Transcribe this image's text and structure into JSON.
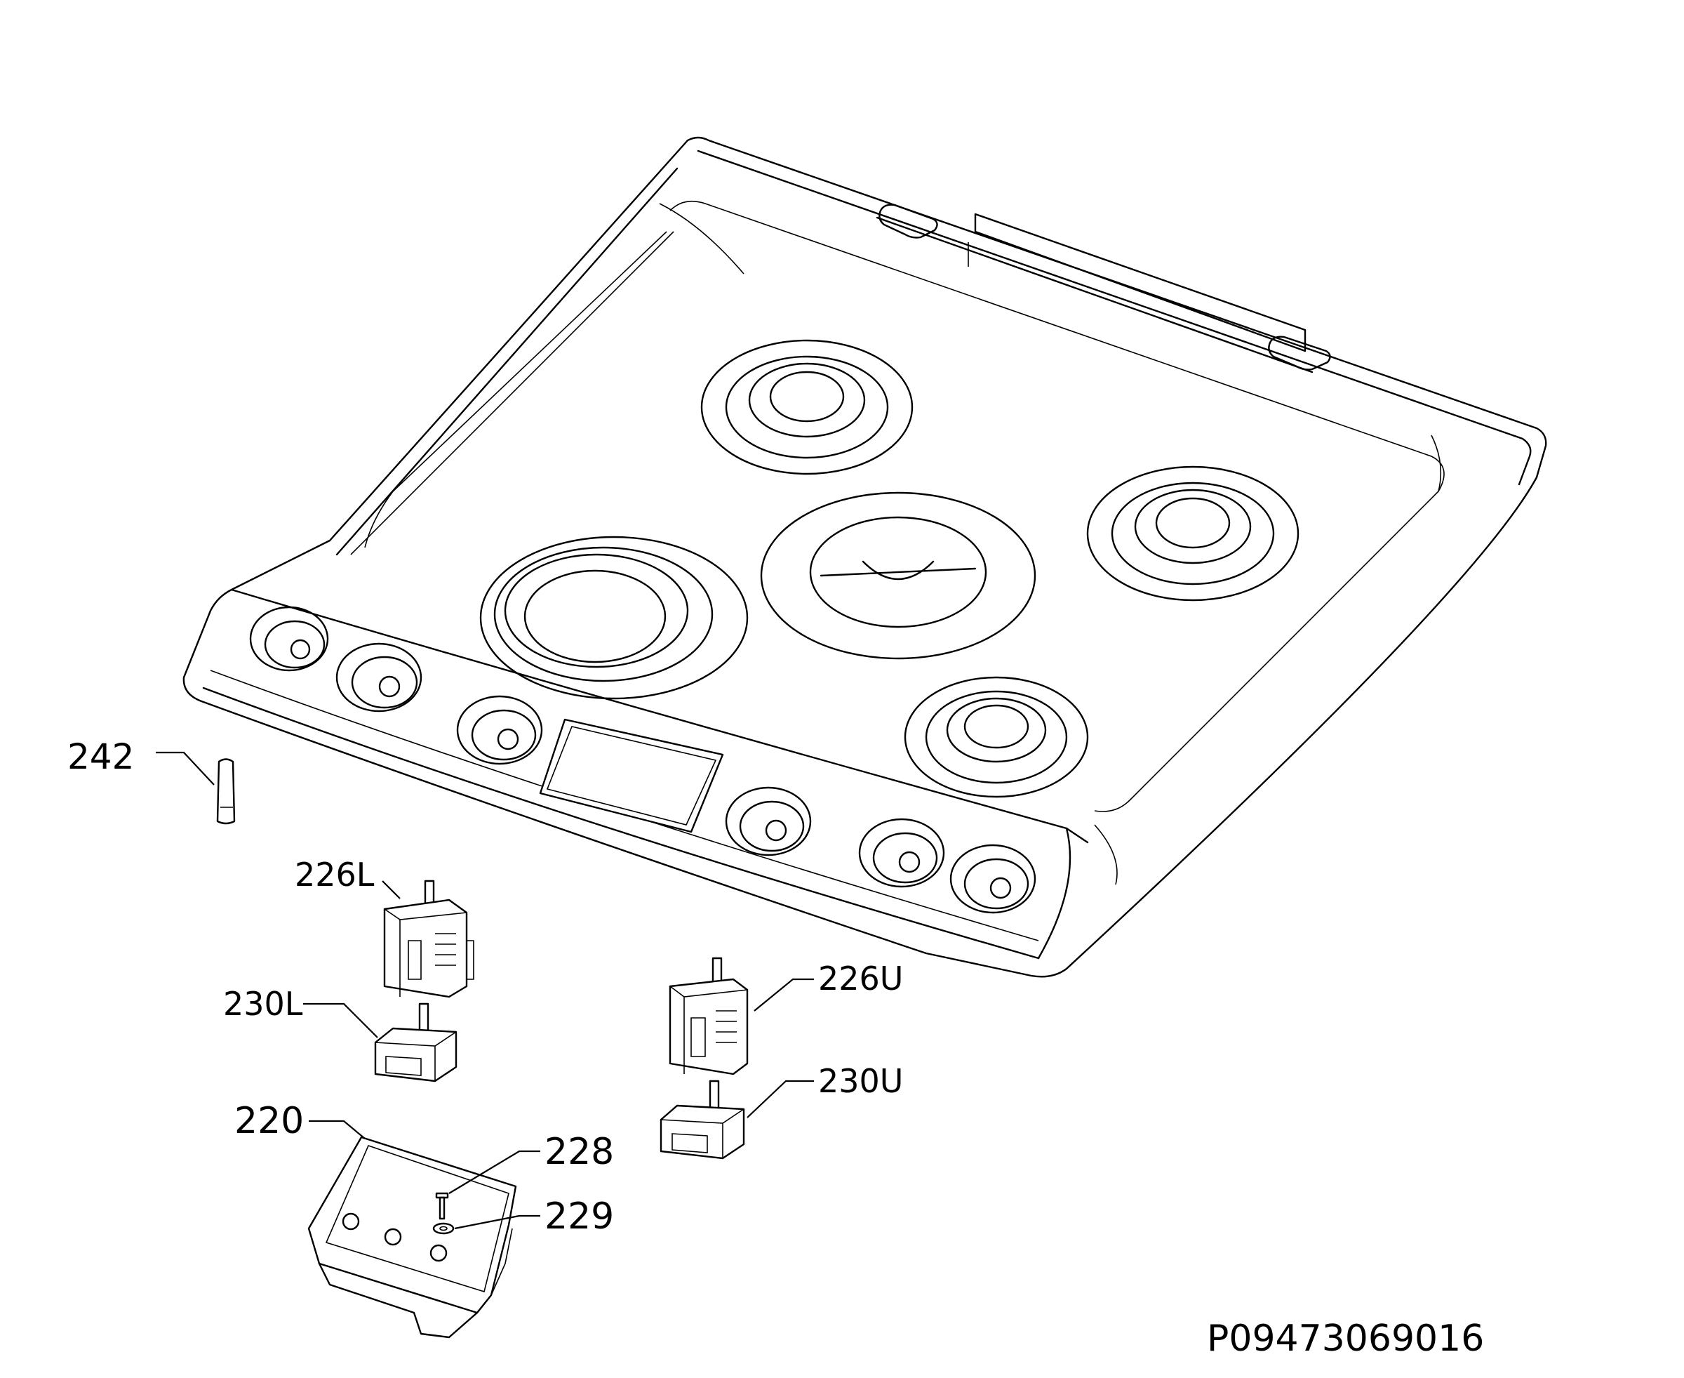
{
  "diagram": {
    "drawing_number": "P09473069016",
    "callouts": {
      "c242": "242",
      "c226L": "226L",
      "c230L": "230L",
      "c226U": "226U",
      "c230U": "230U",
      "c220": "220",
      "c228": "228",
      "c229": "229"
    }
  }
}
